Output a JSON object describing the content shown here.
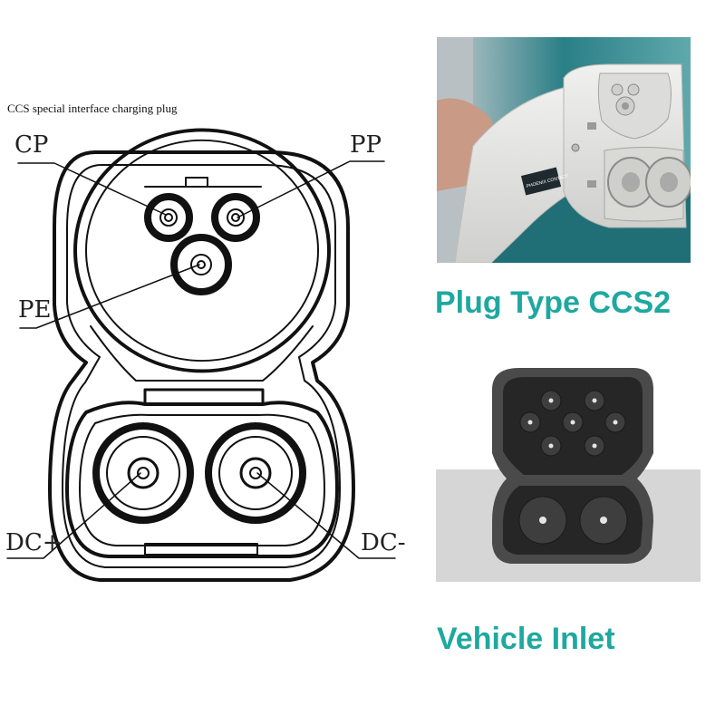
{
  "caption": "CCS special interface charging plug",
  "labels": {
    "cp": "CP",
    "pp": "PP",
    "pe": "PE",
    "dc_plus": "DC+",
    "dc_minus": "DC-"
  },
  "headings": {
    "plug": "Plug Type CCS2",
    "inlet": "Vehicle Inlet"
  },
  "photo_text": {
    "brand": "PHOENIX CONTACT"
  },
  "colors": {
    "heading": "#1fa8a0",
    "line": "#111111",
    "inlet_body": "#3a3a3a",
    "plug_body": "#e6e6e4",
    "background_teal": "#1a6b74"
  }
}
